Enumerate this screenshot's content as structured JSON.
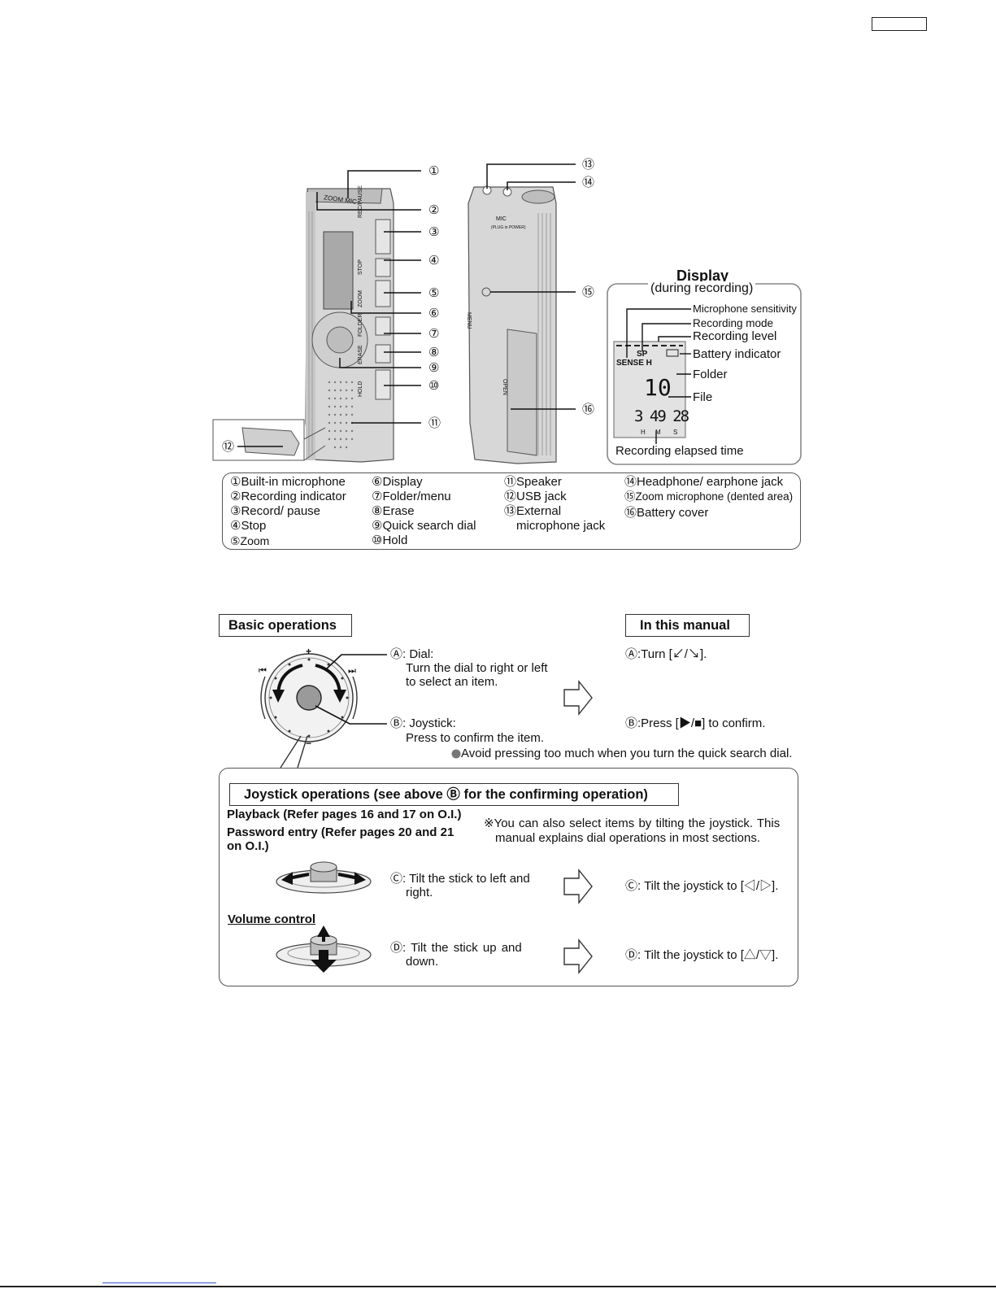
{
  "header": {
    "page_tag": ""
  },
  "callout_numbers": [
    "①",
    "②",
    "③",
    "④",
    "⑤",
    "⑥",
    "⑦",
    "⑧",
    "⑨",
    "⑩",
    "⑪",
    "⑫",
    "⑬",
    "⑭",
    "⑮",
    "⑯"
  ],
  "device": {
    "front_labels": [
      "ZOOM MIC",
      "REC/PAUSE",
      "STOP",
      "ZOOM",
      "FOLDER",
      "ERASE",
      "HOLD"
    ],
    "back_labels": [
      "MIC",
      "(PLUG in POWER)",
      "MENU",
      "OPEN"
    ]
  },
  "display_panel": {
    "title": "Display",
    "subtitle": "(during recording)",
    "labels": [
      "Microphone sensitivity",
      "Recording mode",
      "Recording level",
      "Battery indicator",
      "Folder",
      "File"
    ],
    "elapsed_label": "Recording elapsed time",
    "lcd": {
      "sens": "SENSE H",
      "mode": "SP",
      "file": "10",
      "time": "3 49 28",
      "units": [
        "H",
        "M",
        "S"
      ]
    }
  },
  "parts_legend": {
    "col1": [
      "①Built-in microphone",
      "②Recording indicator",
      "③Record/ pause",
      "④Stop",
      "⑤Zoom"
    ],
    "col2": [
      "⑥Display",
      "⑦Folder/menu",
      "⑧Erase",
      "⑨Quick search dial",
      "⑩Hold"
    ],
    "col3": [
      "⑪Speaker",
      "⑫USB jack",
      "⑬External",
      "microphone jack"
    ],
    "col4": [
      "⑭Headphone/ earphone jack",
      "⑮Zoom microphone (dented area)",
      "⑯Battery cover"
    ]
  },
  "basic_operations": {
    "heading": "Basic operations",
    "dial_label": "Ⓐ: Dial:",
    "dial_desc_1": "Turn the dial to right or left",
    "dial_desc_2": "to select an item.",
    "joystick_label": "Ⓑ: Joystick:",
    "joystick_desc": "Press to confirm the item.",
    "note": "Avoid pressing too much when you turn the quick search dial.",
    "dial_marks": {
      "plus": "+",
      "minus": "−",
      "rew": "⏮",
      "ff": "⏭"
    }
  },
  "in_this_manual": {
    "heading": "In this manual",
    "turn": "Ⓐ:Turn [↙/↘].",
    "press": "Ⓑ:Press [▶/■] to confirm."
  },
  "joystick_ops": {
    "heading": "Joystick operations (see above Ⓑ for the confirming operation)",
    "playback": "Playback (Refer pages 16 and 17 on O.I.)",
    "password_1": "Password entry (Refer pages 20 and 21",
    "password_2": "on O.I.)",
    "note_1": "※You can also select items by tilting the joystick. This",
    "note_2": "manual explains dial operations in most sections.",
    "tilt_lr_1": "Ⓒ: Tilt the stick to left and",
    "tilt_lr_2": "right.",
    "tilt_lr_manual": "Ⓒ: Tilt the joystick to [◁/▷].",
    "volume_heading": "Volume control",
    "tilt_ud_1": "Ⓓ: Tilt the stick up and",
    "tilt_ud_2": "down.",
    "tilt_ud_manual": "Ⓓ: Tilt the joystick to [△/▽]."
  }
}
